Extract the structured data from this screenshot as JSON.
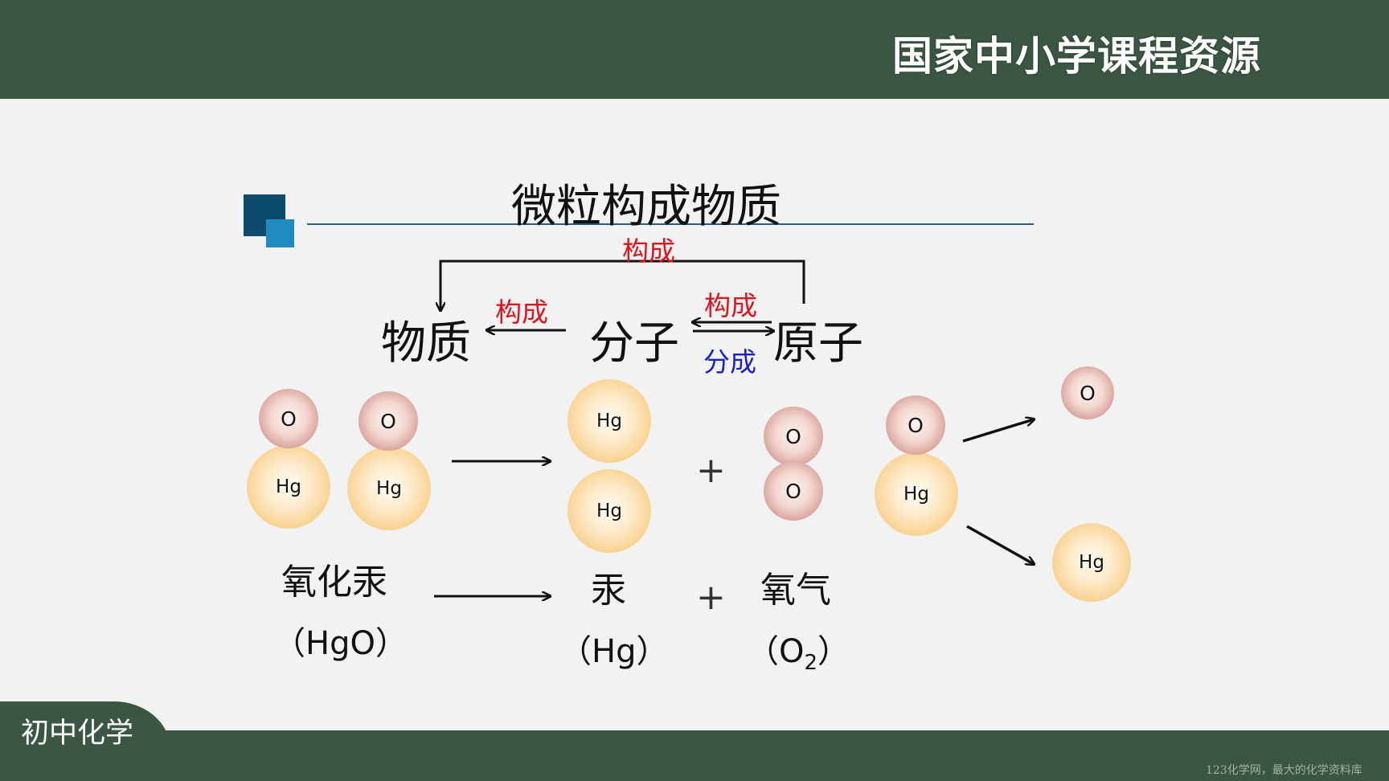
{
  "header": {
    "brand": "国家中小学课程资源"
  },
  "footer": {
    "course": "初中化学",
    "watermark": "123化学网，最大的化学资料库"
  },
  "slide": {
    "title": "微粒构成物质",
    "top_label": "构成",
    "word_matter": "物质",
    "word_molecule": "分子",
    "word_atom": "原子",
    "label_molecule_to_matter": "构成",
    "label_atom_to_molecule": "构成",
    "label_molecule_to_atom": "分成"
  },
  "atoms": {
    "o": "O",
    "hg": "Hg"
  },
  "reaction": {
    "plus": "+",
    "reactant_name": "氧化汞",
    "reactant_formula": "（HgO）",
    "product1_name": "汞",
    "product1_formula": "（Hg）",
    "product2_name": "氧气",
    "product2_formula_left": "（O",
    "product2_formula_sub": "2",
    "product2_formula_right": "）"
  },
  "colors": {
    "bar": "#3b5643",
    "red": "#e0141e",
    "blue": "#1a1fc9"
  }
}
